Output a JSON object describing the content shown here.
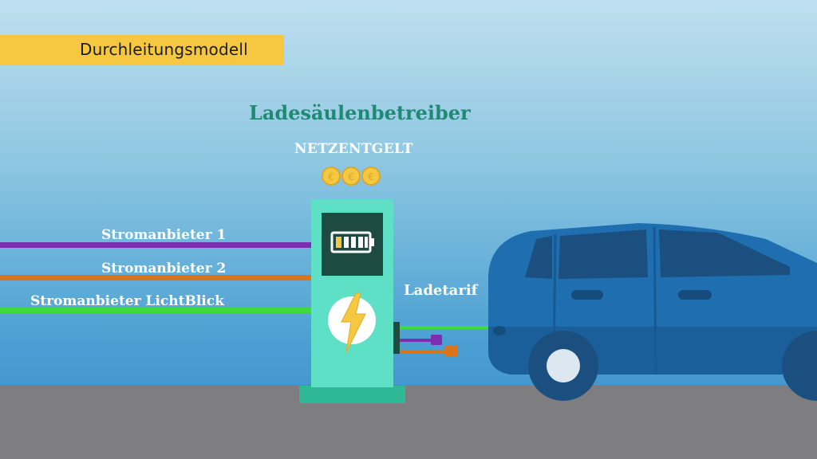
{
  "title": "Durchleitungsmodell",
  "operator_label": "Ladesäulenbetreiber",
  "fee_label": "NETZENTGELT",
  "coin_icon": "euro-coin-icon",
  "providers": [
    {
      "label": "Stromanbieter 1",
      "color": "#7b2fb0"
    },
    {
      "label": "Stromanbieter 2",
      "color": "#d8741c"
    },
    {
      "label": "Stromanbieter LichtBlick",
      "color": "#3cdc3c"
    }
  ],
  "tariff_label": "Ladetarif",
  "colors": {
    "title_bg": "#f6c842",
    "operator_text": "#1e8a73",
    "charger_body": "#5de0c6",
    "car_body": "#1f6fb0",
    "ground": "#7e7e80"
  }
}
